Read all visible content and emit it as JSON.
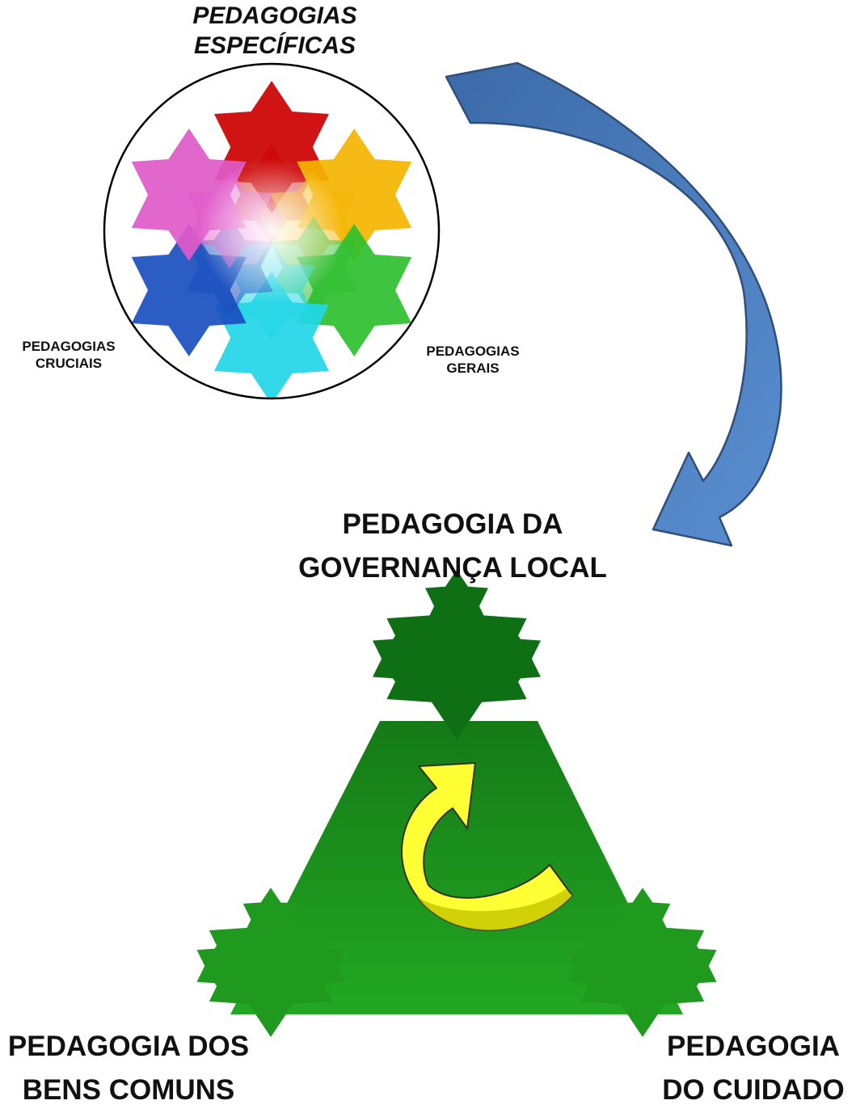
{
  "top_title": {
    "line1": "PEDAGOGIAS",
    "line2": "ESPECÍFICAS"
  },
  "left_small": {
    "line1": "PEDAGOGIAS",
    "line2": "CRUCIAIS"
  },
  "right_small": {
    "line1": "PEDAGOGIAS",
    "line2": "GERAIS"
  },
  "center_title": {
    "line1": "PEDAGOGIA DA",
    "line2": "GOVERNANÇA LOCAL"
  },
  "bottom_left": {
    "line1": "PEDAGOGIA DOS",
    "line2": "BENS COMUNS"
  },
  "bottom_right": {
    "line1": "PEDAGOGIA",
    "line2": "DO CUIDADO"
  },
  "colors": {
    "big_arrow": "#4f7fbe",
    "big_arrow_stroke": "#2f4f7a",
    "triangle_green": "#1f9a1f",
    "triangle_dark_green": "#0e6f14",
    "cycle_arrow": "#ffff33",
    "circle_stroke": "#000000"
  },
  "snowflake_colors": [
    "#cc0000",
    "#f4b400",
    "#2fbf2f",
    "#22d6e6",
    "#1a4fbf",
    "#e05ac8"
  ],
  "icons": [
    "koch-snowflake",
    "curved-arrow",
    "cycle-arrow"
  ]
}
